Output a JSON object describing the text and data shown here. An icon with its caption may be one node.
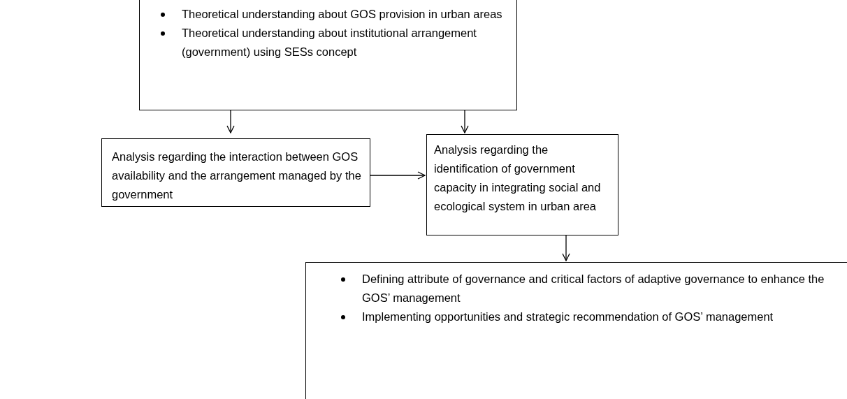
{
  "diagram": {
    "nodes": [
      {
        "text": [
          "Theoretical understanding about GOS provision in urban areas",
          "Theoretical understanding about institutional arrangement (government) using SESs concept"
        ]
      },
      {
        "text": [
          "Analysis regarding the interaction between GOS availability and the arrangement managed by the government"
        ]
      },
      {
        "text": [
          "Analysis regarding the identification of government capacity in integrating social and ecological system in urban area"
        ]
      },
      {
        "text": [
          "Defining attribute of governance and critical factors of adaptive governance to enhance the GOS’ management",
          "Implementing opportunities and strategic recommendation of GOS’ management"
        ]
      }
    ],
    "edges": [
      {
        "from": 0,
        "to": 1,
        "arrow": "to"
      },
      {
        "from": 0,
        "to": 2,
        "arrow": "to"
      },
      {
        "from": 1,
        "to": 2,
        "arrow": "to"
      },
      {
        "from": 2,
        "to": 3,
        "arrow": "to"
      }
    ]
  }
}
